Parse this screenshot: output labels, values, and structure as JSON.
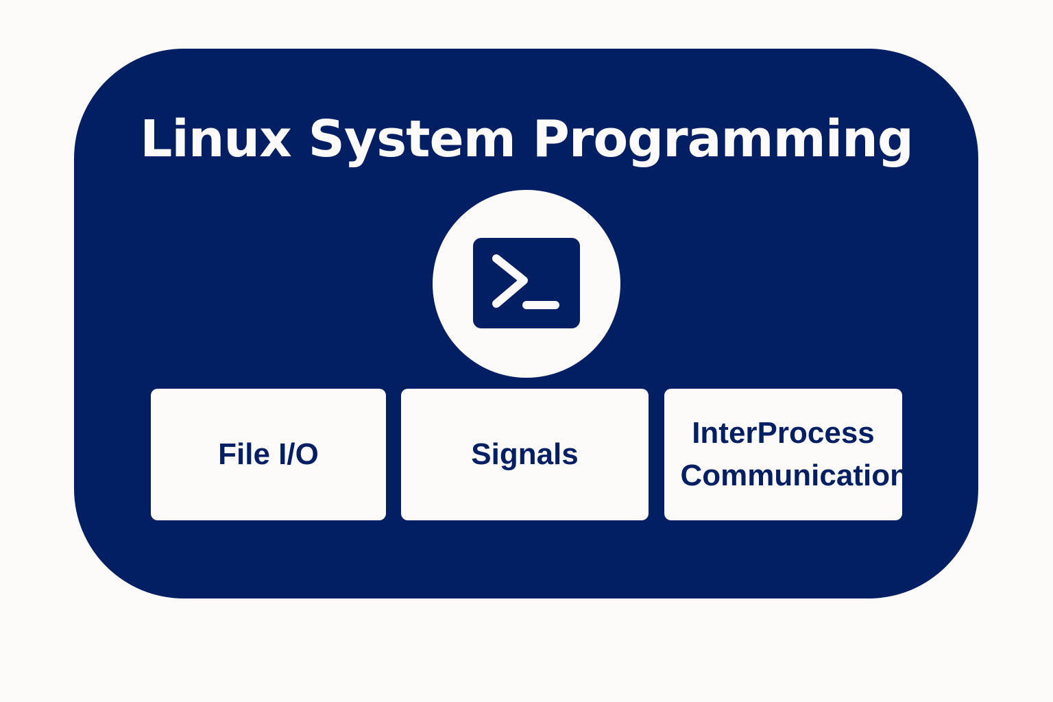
{
  "diagram": {
    "title": "Linux System Programming",
    "center_icon": "terminal-prompt-icon",
    "topics": [
      {
        "label": "File I/O"
      },
      {
        "label": "Signals"
      },
      {
        "label": "InterProcess Communication"
      }
    ]
  },
  "colors": {
    "background": "#fcfbfa",
    "panel": "#031f63",
    "card": "#fcfbfa",
    "card_text": "#031f63",
    "title_text": "#fcfbfa"
  }
}
